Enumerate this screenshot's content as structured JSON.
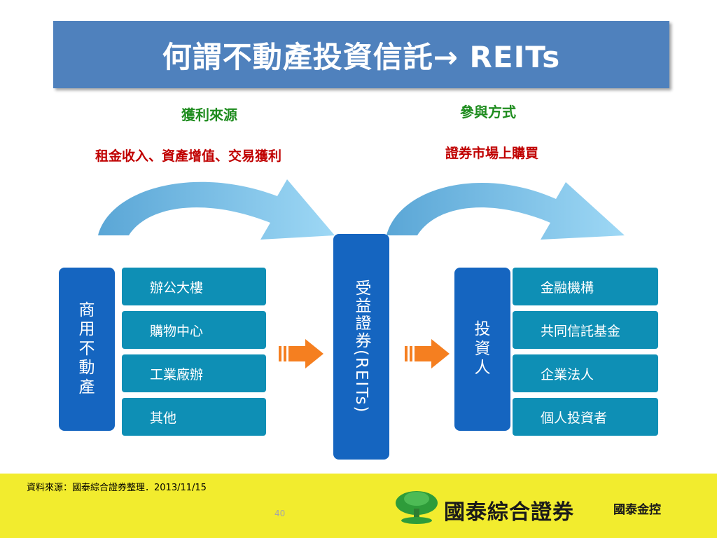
{
  "title": "何謂不動產投資信託→ REITs",
  "left_heading": "獲利來源",
  "left_detail": "租金收入、資產增值、交易獲利",
  "right_heading": "參與方式",
  "right_detail": "證券市場上購買",
  "left_group": {
    "label": "商用不動產",
    "items": [
      "辦公大樓",
      "購物中心",
      "工業廠辦",
      "其他"
    ]
  },
  "center_label": "受益證券(REITs)",
  "right_group": {
    "label": "投資人",
    "items": [
      "金融機構",
      "共同信託基金",
      "企業法人",
      "個人投資者"
    ]
  },
  "footer": {
    "source": "資料來源：國泰綜合證券整理．2013/11/15",
    "page_number": "40",
    "brand": "國泰綜合證券",
    "brand_group": "國泰金控"
  },
  "colors": {
    "title_bg": "#4f81bd",
    "category_box": "#1565c0",
    "item_box": "#0e8fb5",
    "flow_arrow": "#f57f20",
    "curved_arrow": "#7ec4ea",
    "footer_bg": "#f2ec2e"
  }
}
